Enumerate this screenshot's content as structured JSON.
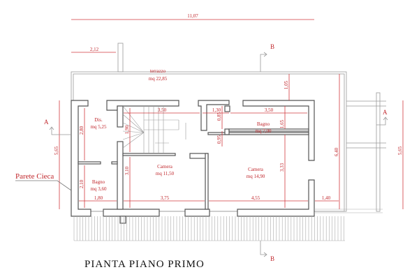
{
  "title": "PIANTA   PIANO   PRIMO",
  "label_blind_wall": "Parete Cieca",
  "section_markers": {
    "a": "A",
    "b": "B"
  },
  "rooms": {
    "terrazzo": {
      "name": "terrazzo",
      "area": "mq 22,85"
    },
    "dis": {
      "name": "Dis.",
      "area": "mq 5,25"
    },
    "bagno_large": {
      "name": "Bagno",
      "area": "mq 7,00"
    },
    "bagno_small": {
      "name": "Bagno",
      "area": "mq 3,60"
    },
    "camera_1": {
      "name": "Camera",
      "area": "mq 11,50"
    },
    "camera_2": {
      "name": "Camera",
      "area": "mq 14,90"
    }
  },
  "dimensions": {
    "total_width": "11,07",
    "terrace_offset": "2,12",
    "terrace_depth": "1,05",
    "right_height": "6,40",
    "left_height": "5,65",
    "far_right_height": "5,65",
    "stair_width": "3,50",
    "hall_width": "1,30",
    "bagno_width": "3,50",
    "hall_depth_top": "0,85",
    "hall_depth_bottom": "0,95",
    "bagno_depth": "1,65",
    "stair_depth": "1,90",
    "dis_depth": "2,80",
    "camera1_depth": "3,10",
    "camera2_depth": "3,33",
    "bagno_small_depth": "2,10",
    "bagno_small_width": "1,80",
    "camera1_width": "3,75",
    "camera2_width": "4,55",
    "balcony_width": "1,40"
  },
  "colors": {
    "dimension": "#c0262b",
    "wall": "#555555"
  }
}
